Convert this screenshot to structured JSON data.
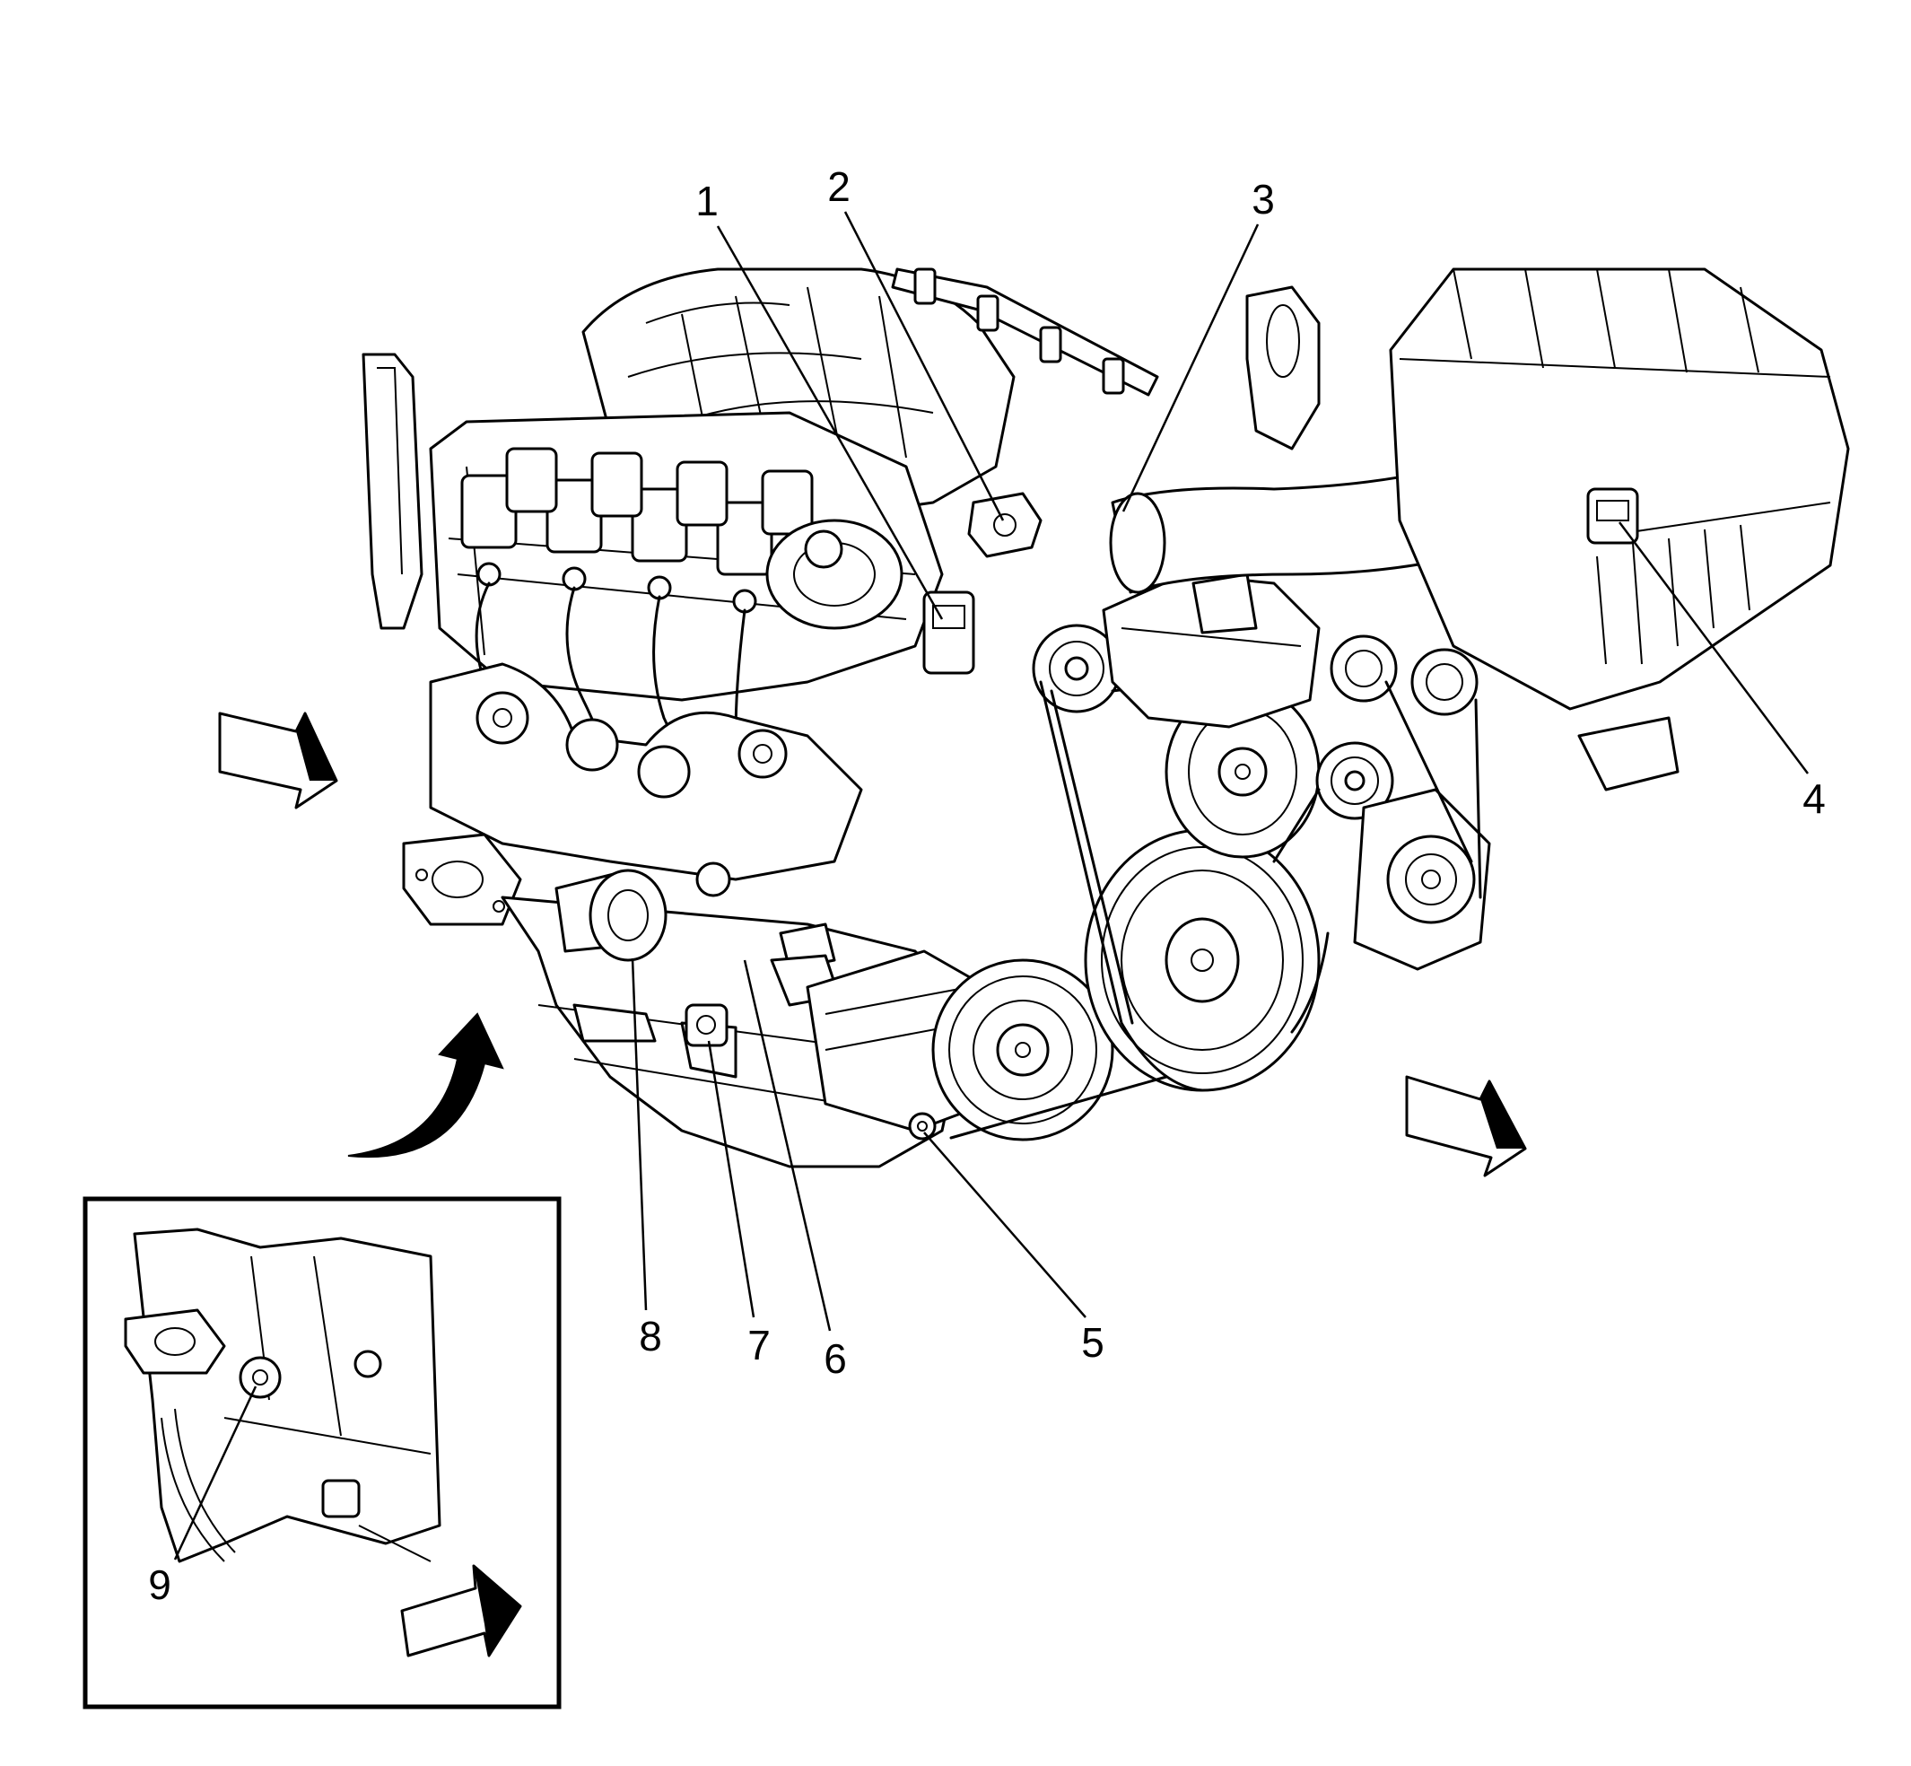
{
  "diagram": {
    "callouts": [
      {
        "id": "1",
        "label": "1"
      },
      {
        "id": "2",
        "label": "2"
      },
      {
        "id": "3",
        "label": "3"
      },
      {
        "id": "4",
        "label": "4"
      },
      {
        "id": "5",
        "label": "5"
      },
      {
        "id": "6",
        "label": "6"
      },
      {
        "id": "7",
        "label": "7"
      },
      {
        "id": "8",
        "label": "8"
      },
      {
        "id": "9",
        "label": "9"
      }
    ],
    "icons": {
      "view_arrows": "view-direction-arrow",
      "rotate_arrow": "curved-arrow",
      "inset": "detail-inset"
    },
    "colors": {
      "line": "#000000",
      "background": "#ffffff"
    }
  }
}
